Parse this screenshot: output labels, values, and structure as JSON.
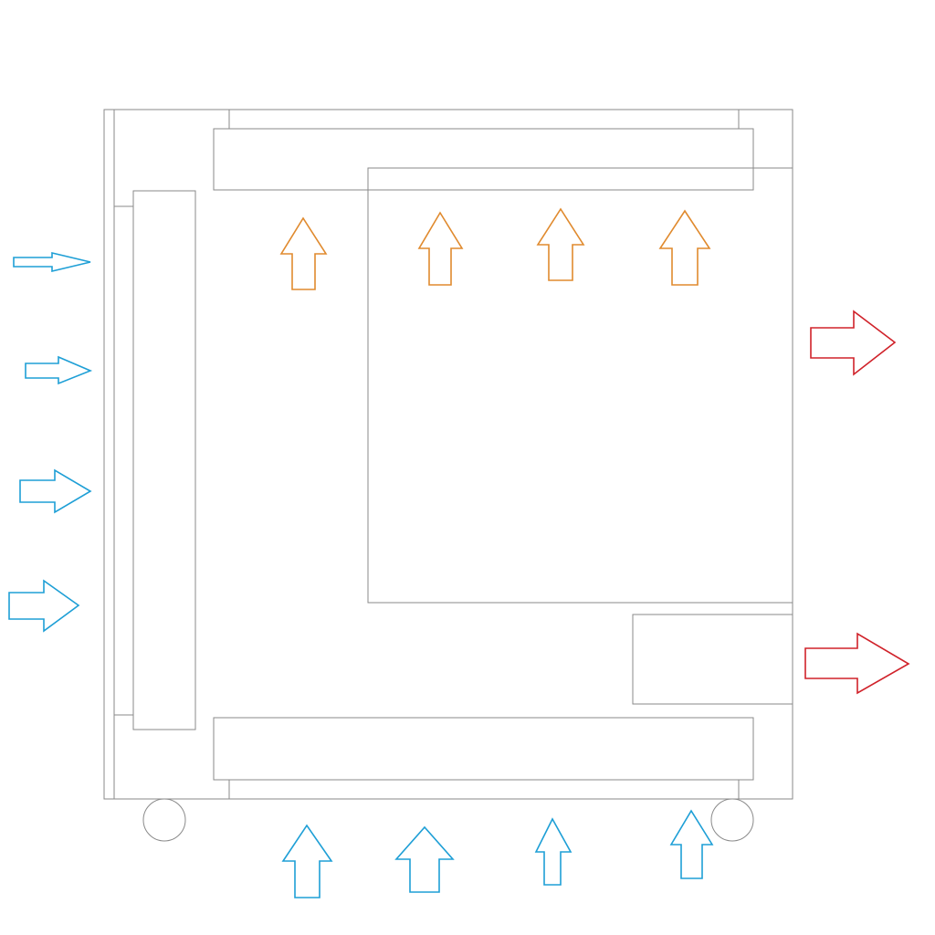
{
  "colors": {
    "outline": "#8a8a8a",
    "intake_arrow": "#1e9fd6",
    "internal_arrow": "#e08a2e",
    "exhaust_arrow": "#d0222a",
    "background": "#ffffff"
  },
  "arrows": {
    "intake_left": {
      "count": 4,
      "direction": "right",
      "color_key": "intake_arrow"
    },
    "intake_bottom": {
      "count": 4,
      "direction": "up",
      "color_key": "intake_arrow"
    },
    "internal_up": {
      "count": 4,
      "direction": "up",
      "color_key": "internal_arrow"
    },
    "exhaust_right": {
      "count": 2,
      "direction": "right",
      "color_key": "exhaust_arrow"
    }
  }
}
